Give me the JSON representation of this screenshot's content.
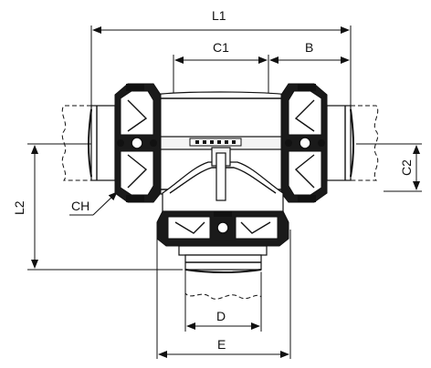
{
  "drawing": {
    "labels": {
      "L1": "L1",
      "C1": "C1",
      "B": "B",
      "C2": "C2",
      "L2": "L2",
      "CH": "CH",
      "D": "D",
      "E": "E"
    }
  }
}
